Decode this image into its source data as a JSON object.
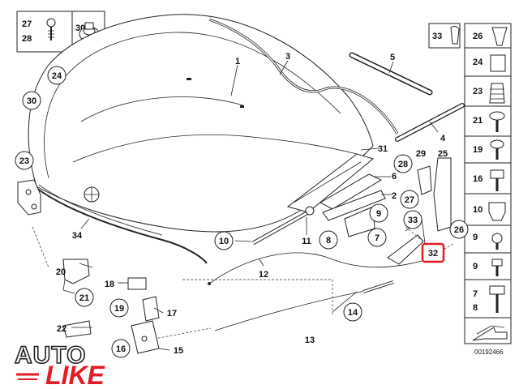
{
  "diagram": {
    "catalog_number": "00192466",
    "highlight_color": "#e31b23",
    "highlighted_part": "32",
    "callouts": [
      {
        "id": "1",
        "circled": false
      },
      {
        "id": "3",
        "circled": false
      },
      {
        "id": "5",
        "circled": false
      },
      {
        "id": "4",
        "circled": false
      },
      {
        "id": "24",
        "circled": true
      },
      {
        "id": "30",
        "circled": true
      },
      {
        "id": "23",
        "circled": true
      },
      {
        "id": "31",
        "circled": false
      },
      {
        "id": "29",
        "circled": false
      },
      {
        "id": "25",
        "circled": false
      },
      {
        "id": "28",
        "circled": true
      },
      {
        "id": "6",
        "circled": false
      },
      {
        "id": "2",
        "circled": false
      },
      {
        "id": "27",
        "circled": true
      },
      {
        "id": "9",
        "circled": true
      },
      {
        "id": "33",
        "circled": true
      },
      {
        "id": "26",
        "circled": true
      },
      {
        "id": "10",
        "circled": true
      },
      {
        "id": "11",
        "circled": false
      },
      {
        "id": "8",
        "circled": true
      },
      {
        "id": "7",
        "circled": true
      },
      {
        "id": "32",
        "circled": true
      },
      {
        "id": "34",
        "circled": false
      },
      {
        "id": "12",
        "circled": false
      },
      {
        "id": "20",
        "circled": false
      },
      {
        "id": "21",
        "circled": true
      },
      {
        "id": "18",
        "circled": false
      },
      {
        "id": "19",
        "circled": true
      },
      {
        "id": "17",
        "circled": false
      },
      {
        "id": "14",
        "circled": true
      },
      {
        "id": "22",
        "circled": false
      },
      {
        "id": "16",
        "circled": true
      },
      {
        "id": "13",
        "circled": false
      },
      {
        "id": "15",
        "circled": false
      }
    ],
    "top_legend": [
      {
        "numbers": [
          "27",
          "28"
        ]
      },
      {
        "numbers": [
          "30"
        ]
      }
    ],
    "right_legend": [
      "33",
      "26",
      "24",
      "23",
      "21",
      "19",
      "16",
      "9",
      "7",
      "8"
    ],
    "right_legend_extra": [
      "10"
    ]
  },
  "logo": {
    "word1": "AUTO",
    "word2": "LIKE",
    "accent_color": "#e31b23"
  }
}
